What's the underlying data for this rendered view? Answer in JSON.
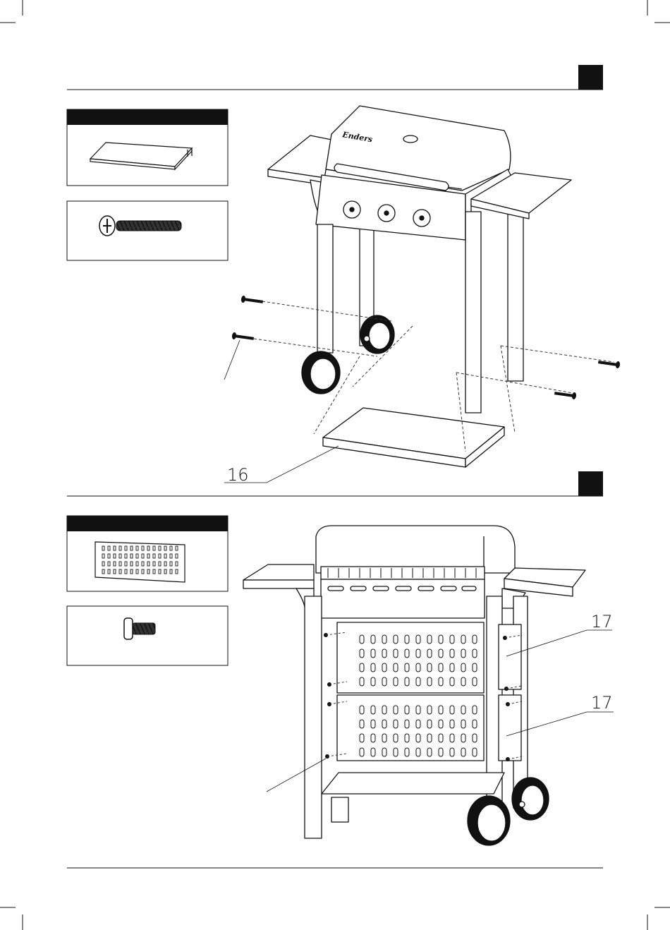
{
  "steps": [
    {
      "part_callouts": [
        {
          "label": "16"
        }
      ]
    },
    {
      "part_callouts": [
        {
          "label": "17"
        },
        {
          "label": "17"
        }
      ]
    }
  ],
  "grill_logo": "Enders"
}
